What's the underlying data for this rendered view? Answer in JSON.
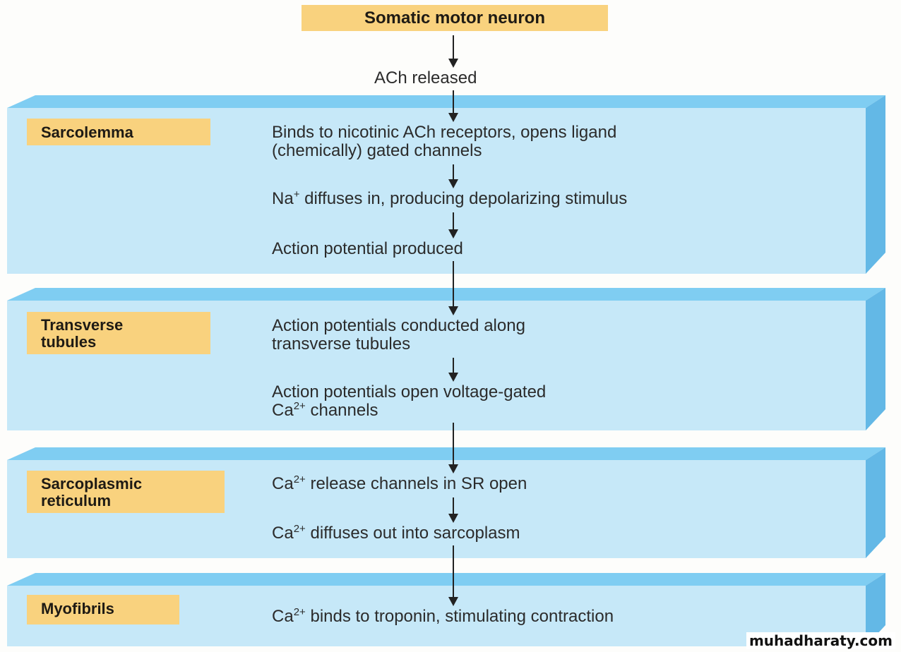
{
  "top": {
    "title": "Somatic motor neuron",
    "released": "ACh released"
  },
  "panels": [
    {
      "label_lines": [
        "Sarcolemma"
      ],
      "steps": [
        [
          "Binds to nicotinic ACh receptors, opens ligand",
          "(chemically) gated channels"
        ],
        [
          "Na|+| diffuses in, producing depolarizing stimulus"
        ],
        [
          "Action potential produced"
        ]
      ]
    },
    {
      "label_lines": [
        "Transverse",
        "tubules"
      ],
      "steps": [
        [
          "Action potentials conducted along",
          "transverse tubules"
        ],
        [
          "Action potentials open voltage-gated",
          "Ca|2+| channels"
        ]
      ]
    },
    {
      "label_lines": [
        "Sarcoplasmic",
        "reticulum"
      ],
      "steps": [
        [
          "Ca|2+| release channels in SR open"
        ],
        [
          "Ca|2+| diffuses out into sarcoplasm"
        ]
      ]
    },
    {
      "label_lines": [
        "Myofibrils"
      ],
      "steps": [
        [
          "Ca|2+| binds to troponin, stimulating contraction"
        ]
      ]
    }
  ],
  "colors": {
    "label_fill": "#f9d27e",
    "panel_face": "#c6e8f8",
    "panel_top": "#7fcdf2",
    "panel_side": "#63b8e6"
  },
  "watermark": "muhadharaty.com"
}
